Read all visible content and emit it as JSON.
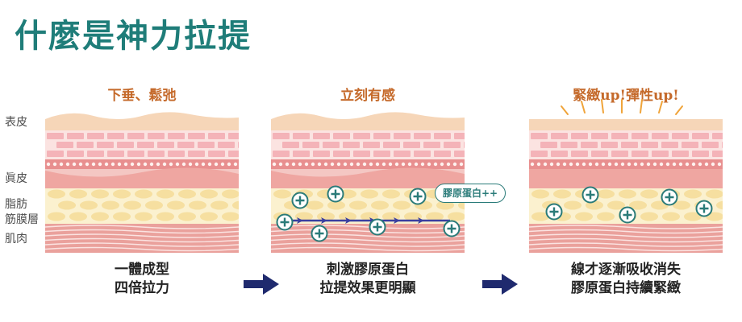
{
  "title": "什麼是神力拉提",
  "layers": {
    "epidermis": "表皮",
    "dermis": "眞皮",
    "fat": "脂肪",
    "fascia": "筋膜層",
    "muscle": "肌肉"
  },
  "panels": [
    {
      "heading": "下垂、鬆弛",
      "caption_line1": "一體成型",
      "caption_line2": "四倍拉力"
    },
    {
      "heading": "立刻有感",
      "caption_line1": "刺激膠原蛋白",
      "caption_line2": "拉提效果更明顯",
      "bubble": "膠原蛋白++"
    },
    {
      "heading": "緊緻up!彈性up!",
      "caption_line1": "線才逐漸吸收消失",
      "caption_line2": "膠原蛋白持續緊緻"
    }
  ],
  "colors": {
    "title": "#1f7d79",
    "heading": "#c56a2b",
    "collagen": "#2a7b79",
    "arrow": "#1f2a6e",
    "thread": "#3a3fa0",
    "ray": "#f0a43a"
  },
  "icons": [
    "collagen-plus-icon",
    "arrow-right-icon",
    "sparkle-ray-icon"
  ]
}
